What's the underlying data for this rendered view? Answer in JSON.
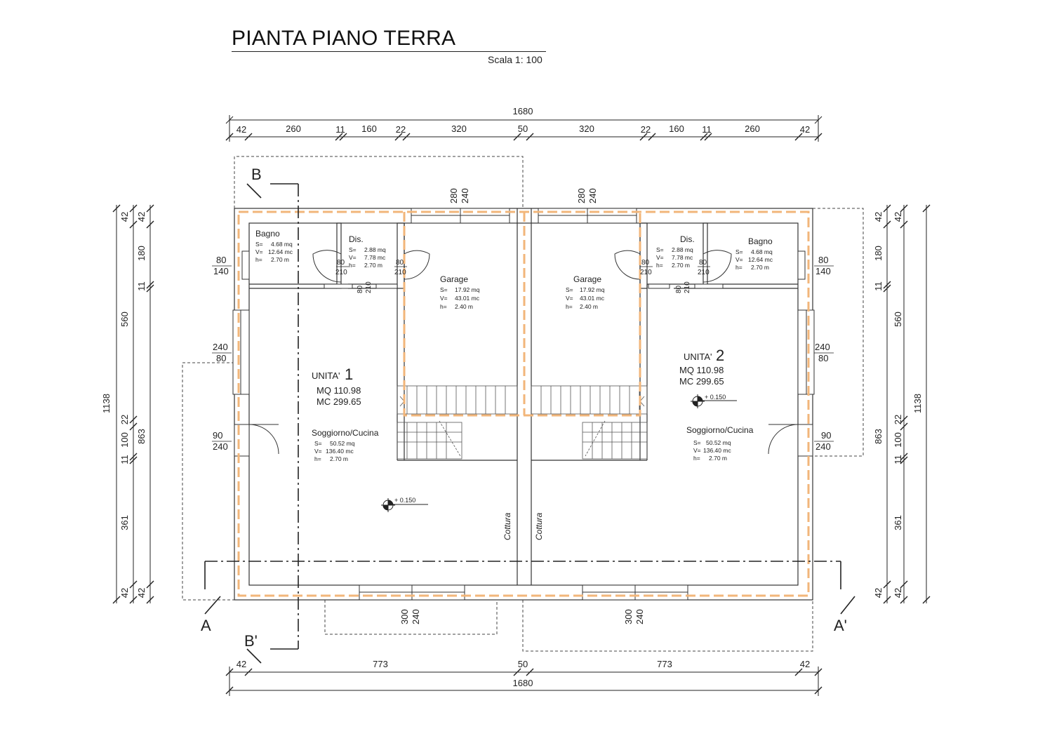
{
  "header": {
    "title": "PIANTA PIANO TERRA",
    "scale": "Scala 1: 100"
  },
  "dims_top": {
    "overall": "1680",
    "segments": [
      "42",
      "260",
      "11",
      "160",
      "22",
      "320",
      "50",
      "320",
      "22",
      "160",
      "11",
      "260",
      "42"
    ]
  },
  "dims_bottom": {
    "overall": "1680",
    "segments": [
      "42",
      "773",
      "50",
      "773",
      "42"
    ]
  },
  "dims_left": {
    "overall": "1138",
    "outer": [
      "42",
      "560",
      "22",
      "100",
      "11",
      "361",
      "42"
    ],
    "inner": [
      "42",
      "180",
      "11",
      "863",
      "42"
    ]
  },
  "dims_right": {
    "overall": "1138",
    "outer": [
      "42",
      "560",
      "22",
      "100",
      "11",
      "361",
      "42"
    ],
    "inner": [
      "42",
      "180",
      "11",
      "863",
      "42"
    ]
  },
  "openings": {
    "garage_door_w": "280",
    "garage_door_h": "240",
    "bath_window_w": "80",
    "bath_window_h": "140",
    "door_dis_w": "80",
    "door_dis_h": "210",
    "side_window_w": "240",
    "side_window_h": "80",
    "entry_door_w": "90",
    "entry_door_h": "240",
    "rear_window_w": "300",
    "rear_window_h": "240"
  },
  "sections": {
    "b": "B",
    "b_prime": "B'",
    "a": "A",
    "a_prime": "A'"
  },
  "rooms": {
    "bagno": {
      "name": "Bagno",
      "s": "S=",
      "s_val": "4.68 mq",
      "v": "V=",
      "v_val": "12.64 mc",
      "h": "h=",
      "h_val": "2.70 m"
    },
    "dis": {
      "name": "Dis.",
      "s": "S=",
      "s_val": "2.88 mq",
      "v": "V=",
      "v_val": "7.78 mc",
      "h": "h=",
      "h_val": "2.70 m"
    },
    "garage": {
      "name": "Garage",
      "s": "S=",
      "s_val": "17.92 mq",
      "v": "V=",
      "v_val": "43.01 mc",
      "h": "h=",
      "h_val": "2.40 m"
    },
    "soggiorno": {
      "name": "Soggiorno/Cucina",
      "s": "S=",
      "s_val": "50.52 mq",
      "v": "V=",
      "v_val": "136.40 mc",
      "h": "h=",
      "h_val": "2.70 m"
    },
    "cottura": "Cottura"
  },
  "units": [
    {
      "label": "UNITA'",
      "num": "1",
      "mq": "MQ 110.98",
      "mc": "MC 299.65",
      "level": "+ 0.150"
    },
    {
      "label": "UNITA'",
      "num": "2",
      "mq": "MQ 110.98",
      "mc": "MC 299.65",
      "level": "+ 0.150"
    }
  ],
  "colors": {
    "ink": "#222222",
    "wall": "#333333",
    "insulation": "#f2b67a"
  }
}
